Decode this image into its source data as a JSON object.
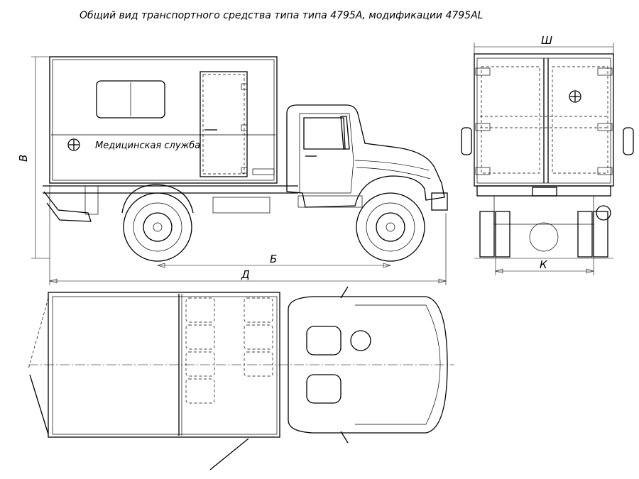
{
  "title": "Общий вид транспортного средства типа типа 4795А, модификации 4795AL",
  "side_label": "Медицинская служба",
  "dimensions": {
    "width": "Ш",
    "height": "В",
    "wheelbase": "Б",
    "length": "Д",
    "track": "К"
  }
}
